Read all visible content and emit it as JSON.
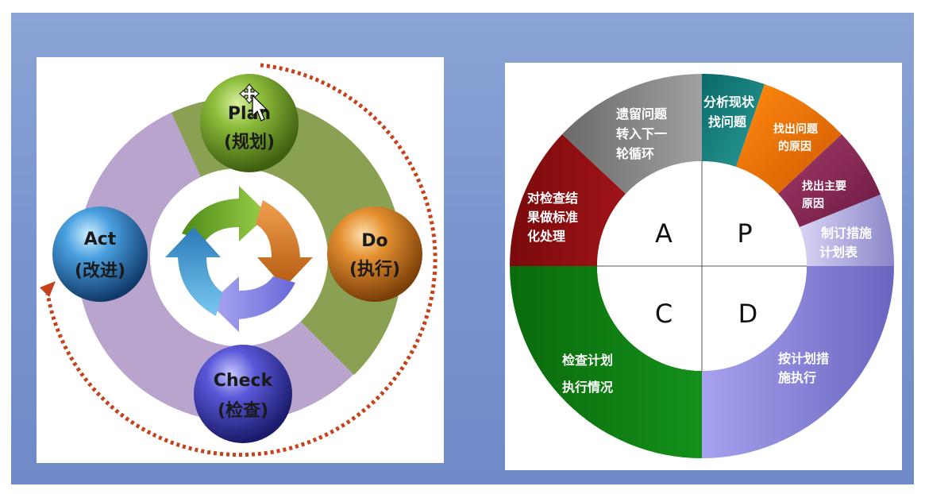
{
  "pdca_cycle": {
    "plan": {
      "label": "Plan",
      "sub": "(规划)"
    },
    "do": {
      "label": "Do",
      "sub": "(执行)"
    },
    "check": {
      "label": "Check",
      "sub": "(检查)"
    },
    "act": {
      "label": "Act",
      "sub": "(改进)"
    }
  },
  "pdca_wheel": {
    "quadrants": {
      "a": "A",
      "p": "P",
      "c": "C",
      "d": "D"
    },
    "segments": {
      "analyze": [
        "分析现状",
        "找问题"
      ],
      "causes": [
        "找出问题",
        "的原因"
      ],
      "main_cause": [
        "找出主要",
        "原因"
      ],
      "plan_table": [
        "制订措施",
        "计划表"
      ],
      "execute": [
        "按计划措",
        "施执行"
      ],
      "check": [
        "检查计划",
        "执行情况"
      ],
      "standardize": [
        "对检查结",
        "果做标准",
        "化处理"
      ],
      "carry_over": [
        "遗留问题",
        "转入下一",
        "轮循环"
      ]
    }
  },
  "colors": {
    "plan": "#6e9a2a",
    "do": "#c9771e",
    "check": "#4847b8",
    "act": "#3a88c8",
    "ring_green": "#8aa052",
    "ring_purple": "#b8a4cc",
    "dotted_arrow": "#c4421c",
    "teal": "#127a78",
    "orange": "#f07400",
    "maroon": "#8e2a58",
    "lavender": "#a8a4d8",
    "periwinkle": "#8c88d8",
    "dark_green": "#0e7a10",
    "dark_red": "#8a0c10",
    "gray": "#8a8a8a"
  }
}
